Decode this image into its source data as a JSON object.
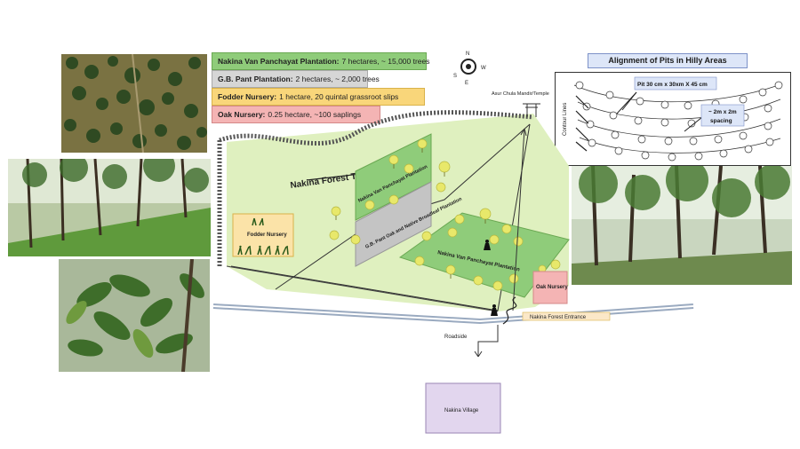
{
  "legend": {
    "van_panchayat": {
      "title": "Nakina Van Panchayat Plantation:",
      "desc": "7 hectares, ~ 15,000 trees",
      "color": "#8fcc7a"
    },
    "gb_pant": {
      "title": "G.B. Pant Plantation:",
      "desc": "2 hectares, ~ 2,000 trees",
      "color": "#d6d6d6"
    },
    "fodder": {
      "title": "Fodder Nursery:",
      "desc": "1 hectare, 20 quintal grassroot slips",
      "color": "#f9d67a"
    },
    "oak": {
      "title": "Oak Nursery:",
      "desc": "0.25 hectare, ~100 saplings",
      "color": "#f4b4b4"
    }
  },
  "compass": {
    "n": "N",
    "s": "S",
    "e": "E",
    "w": "W"
  },
  "map": {
    "temple": "Asur Chula Mandir/Temple",
    "trail": "Nakina Forest Trail",
    "fodder_nursery": "Fodder Nursery",
    "van_panchayat_strip": "Nakina Van Panchayat Plantation",
    "gb_pant_strip": "G.B. Pant Oak and Native Broadleaf Plantation",
    "van_panchayat_block": "Nakina Van Panchayat Plantation",
    "oak_nursery": "Oak Nursery",
    "entrance": "Nakina Forest Entrance",
    "roadside": "Roadside",
    "village": "Nakina Village"
  },
  "pits": {
    "title": "Alignment of Pits in Hilly Areas",
    "pit_label": "Pit 30 cm x 30xm X 45 cm",
    "spacing_label_1": "~ 2m x 2m",
    "spacing_label_2": "spacing",
    "contour_label": "Contour Lines"
  }
}
